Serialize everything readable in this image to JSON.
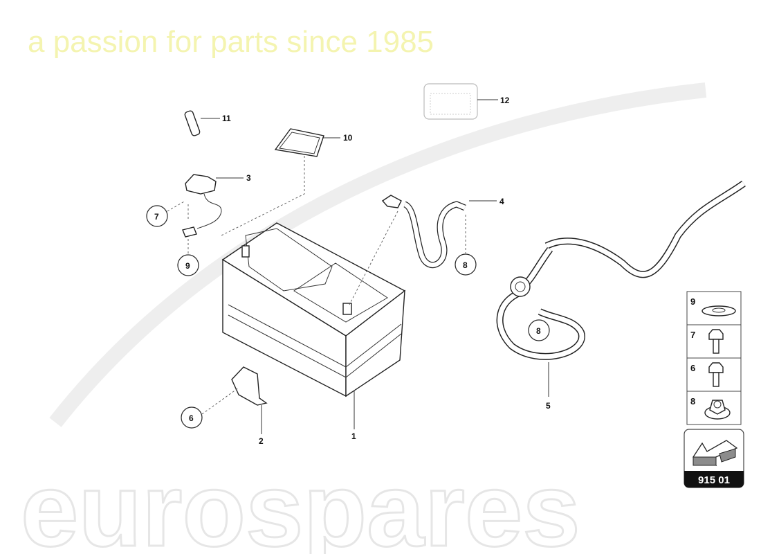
{
  "watermark": {
    "brand": "eurospares",
    "tagline": "a passion for parts since 1985"
  },
  "callouts": {
    "c1": "1",
    "c2": "2",
    "c3": "3",
    "c4": "4",
    "c5": "5",
    "c6": "6",
    "c7": "7",
    "c8a": "8",
    "c8b": "8",
    "c9": "9",
    "c10": "10",
    "c11": "11",
    "c12": "12"
  },
  "legend": {
    "items": [
      {
        "num": "9",
        "icon": "washer-icon"
      },
      {
        "num": "7",
        "icon": "flange-bolt-icon"
      },
      {
        "num": "6",
        "icon": "flange-bolt-icon"
      },
      {
        "num": "8",
        "icon": "flange-nut-icon"
      }
    ],
    "page_code": "915 01",
    "badge_icon": "arrow-direction-icon",
    "badge_arrow_color": "#8c8c8c"
  }
}
